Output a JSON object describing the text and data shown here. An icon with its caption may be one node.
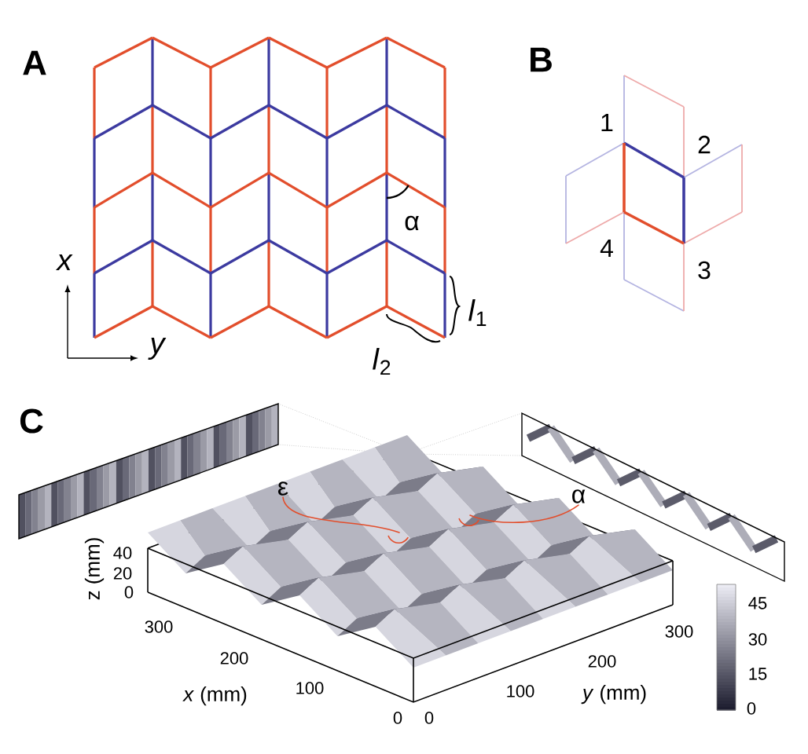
{
  "diagram": {
    "nodes": [
      {
        "text": [
          "ε"
        ]
      },
      {
        "text": [
          "α"
        ]
      }
    ],
    "edges": [
      {
        "from": 0,
        "to": null,
        "arrow": "none"
      },
      {
        "from": 1,
        "to": null,
        "arrow": "none"
      }
    ],
    "labels": [
      "A",
      "α",
      "x",
      "y",
      "*l*$_{1}$",
      "*l*$_{2}$",
      "B",
      "1",
      "2",
      "4",
      "3",
      "C",
      "40",
      "20",
      "0",
      "z (mm)",
      "300",
      "200",
      "100",
      "0",
      "*x* (mm)",
      "0",
      "100",
      "200",
      "300",
      "*y* (mm)",
      "45",
      "30",
      "15",
      "0"
    ]
  }
}
